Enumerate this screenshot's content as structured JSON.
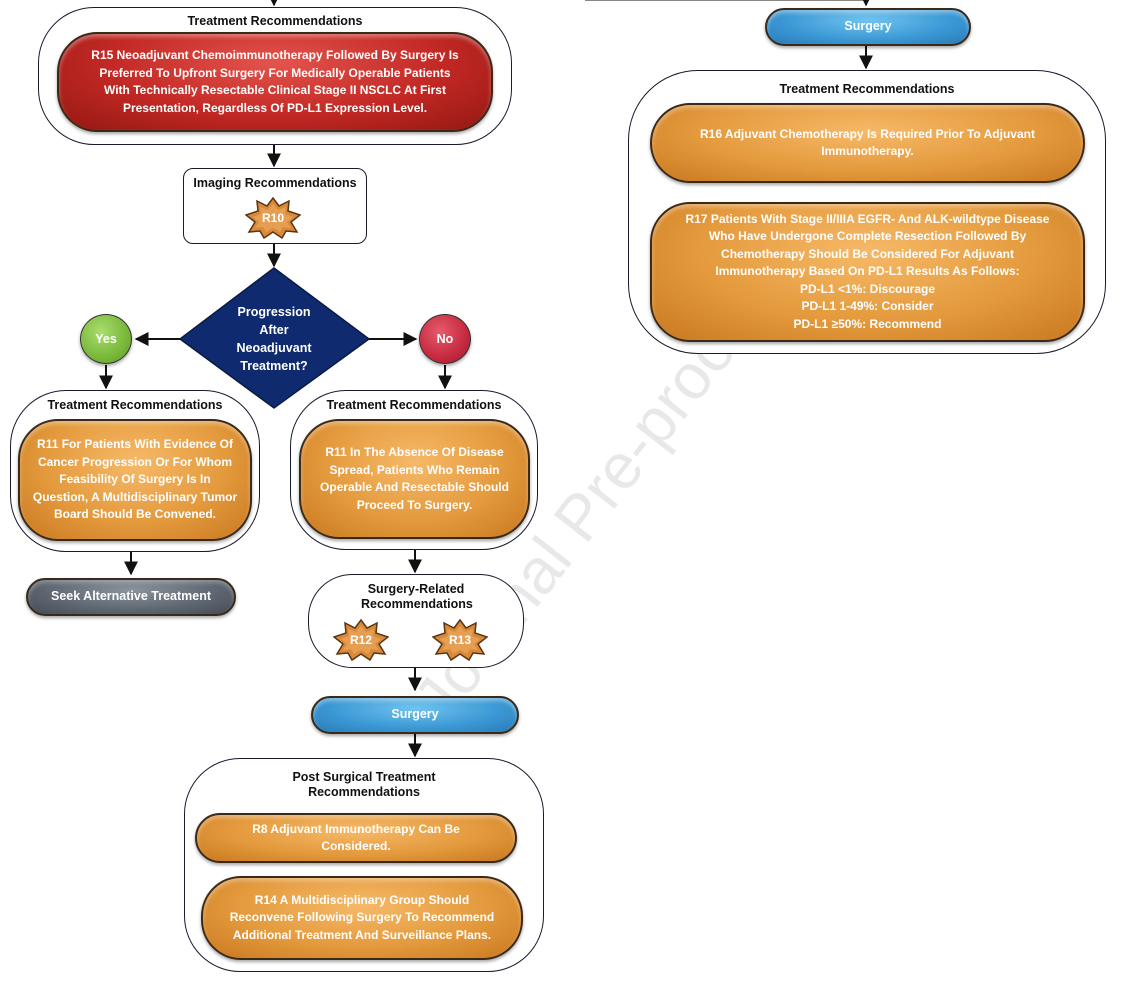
{
  "watermark": "Journal Pre-proof",
  "left_flow": {
    "top_box": {
      "title": "Treatment Recommendations",
      "rec": "R15 Neoadjuvant Chemoimmunotherapy Followed By Surgery Is Preferred To Upfront Surgery For Medically Operable Patients With Technically Resectable Clinical Stage II NSCLC At First Presentation, Regardless Of PD-L1 Expression Level."
    },
    "imaging_box": {
      "title": "Imaging Recommendations",
      "badge": "R10"
    },
    "decision": {
      "text": "Progression After Neoadjuvant Treatment?",
      "yes": "Yes",
      "no": "No"
    },
    "yes_box": {
      "title": "Treatment Recommendations",
      "rec": "R11 For Patients With Evidence Of Cancer Progression Or For Whom Feasibility Of Surgery Is In Question, A Multidisciplinary Tumor Board Should Be Convened."
    },
    "seek_alternative": "Seek Alternative Treatment",
    "no_box": {
      "title": "Treatment Recommendations",
      "rec": "R11 In The Absence Of Disease Spread, Patients Who Remain Operable And Resectable Should Proceed To Surgery."
    },
    "surgery_related": {
      "title": "Surgery-Related Recommendations",
      "badges": [
        "R12",
        "R13"
      ]
    },
    "surgery": "Surgery",
    "post_surgical": {
      "title": "Post Surgical Treatment Recommendations",
      "recs": [
        "R8 Adjuvant Immunotherapy Can Be Considered.",
        "R14 A Multidisciplinary Group Should Reconvene Following Surgery To Recommend Additional Treatment And Surveillance Plans."
      ]
    }
  },
  "right_flow": {
    "surgery": "Surgery",
    "box": {
      "title": "Treatment Recommendations",
      "r16": "R16 Adjuvant Chemotherapy Is Required Prior To Adjuvant Immunotherapy.",
      "r17_intro": "R17 Patients With Stage II/IIIA EGFR- And ALK-wildtype Disease Who Have Undergone Complete Resection Followed By Chemotherapy Should Be Considered For Adjuvant Immunotherapy Based On PD-L1 Results As Follows:",
      "r17_lines": [
        "PD-L1 <1%: Discourage",
        "PD-L1 1-49%: Consider",
        "PD-L1 ≥50%: Recommend"
      ]
    }
  },
  "colors": {
    "orange": "#e49a3d",
    "red": "#c22824",
    "blue": "#3a97d4",
    "navy": "#0f2a6e",
    "green": "#79b83b",
    "crimson": "#c52a40",
    "gray": "#5d6570"
  }
}
